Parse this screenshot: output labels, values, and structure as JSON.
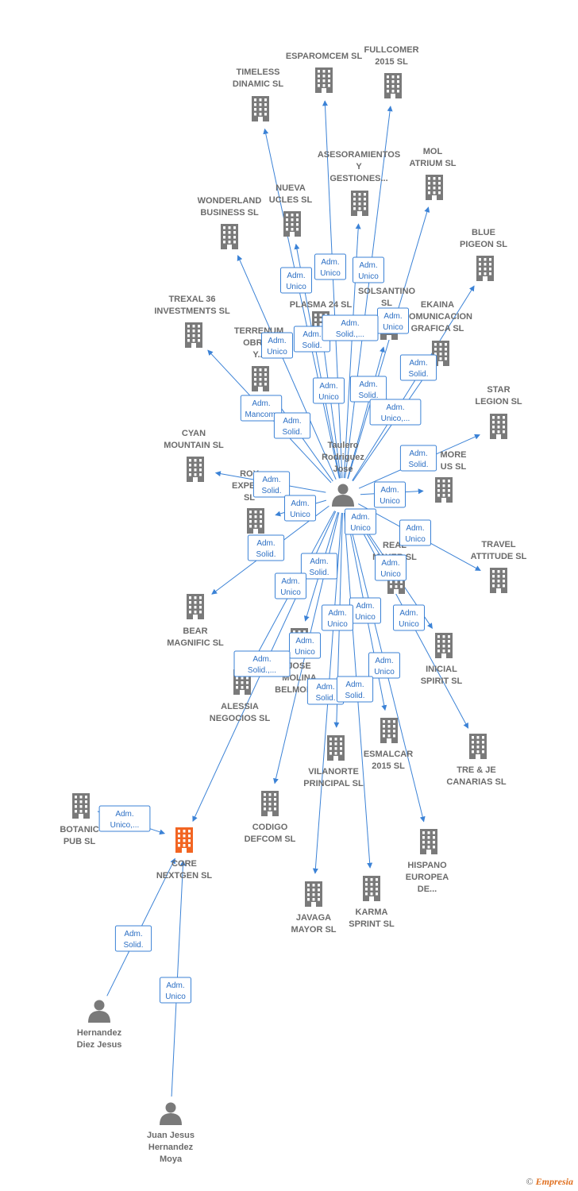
{
  "colors": {
    "edge": "#3b82d6",
    "building": "#7a7a7a",
    "focus": "#f26522",
    "person": "#7a7a7a",
    "label": "#6b6b6b",
    "edge_label": "#2c6fc4"
  },
  "brand": {
    "copyright": "©",
    "name": "Empresia"
  },
  "nodes": [
    {
      "id": "taulero",
      "type": "person",
      "label": [
        "Taulero",
        "Rodriguez",
        "Jose"
      ]
    },
    {
      "id": "hernandez_diez",
      "type": "person",
      "label": [
        "Hernandez",
        "Diez Jesus"
      ]
    },
    {
      "id": "juan_jesus",
      "type": "person",
      "label": [
        "Juan Jesus",
        "Hernandez",
        "Moya"
      ]
    },
    {
      "id": "core",
      "type": "focus",
      "label": [
        "CORE",
        "NEXTGEN  SL"
      ]
    },
    {
      "id": "timeless",
      "type": "company",
      "label": [
        "TIMELESS",
        "DINAMIC  SL"
      ]
    },
    {
      "id": "esparomcem",
      "type": "company",
      "label": [
        "ESPAROMCEM SL"
      ]
    },
    {
      "id": "fullcomer",
      "type": "company",
      "label": [
        "FULLCOMER",
        "2015  SL"
      ]
    },
    {
      "id": "asesoramientos",
      "type": "company",
      "label": [
        "ASESORAMIENTOS",
        "Y",
        "GESTIONES..."
      ]
    },
    {
      "id": "mol",
      "type": "company",
      "label": [
        "MOL",
        "ATRIUM  SL"
      ]
    },
    {
      "id": "wonderland",
      "type": "company",
      "label": [
        "WONDERLAND",
        "BUSINESS  SL"
      ]
    },
    {
      "id": "nueva",
      "type": "company",
      "label": [
        "NUEVA",
        "UCLES  SL"
      ]
    },
    {
      "id": "blue",
      "type": "company",
      "label": [
        "BLUE",
        "PIGEON  SL"
      ]
    },
    {
      "id": "trexal",
      "type": "company",
      "label": [
        "TREXAL 36",
        "INVESTMENTS SL"
      ]
    },
    {
      "id": "plasma",
      "type": "company",
      "label": [
        "PLASMA 24 SL"
      ]
    },
    {
      "id": "solsantino",
      "type": "company",
      "label": [
        "SOLSANTINO",
        "SL"
      ]
    },
    {
      "id": "ekaina",
      "type": "company",
      "label": [
        "EKAINA",
        "COMUNICACION",
        "GRAFICA  SL"
      ]
    },
    {
      "id": "terrenum",
      "type": "company",
      "label": [
        "TERRENUM",
        "OBRAS",
        "Y..."
      ]
    },
    {
      "id": "star",
      "type": "company",
      "label": [
        "STAR",
        "LEGION  SL"
      ]
    },
    {
      "id": "cyan",
      "type": "company",
      "label": [
        "CYAN",
        "MOUNTAIN  SL"
      ]
    },
    {
      "id": "roy",
      "type": "company",
      "label": [
        "ROY",
        "EXPERT",
        "SL"
      ]
    },
    {
      "id": "more",
      "type": "company",
      "label": [
        "MORE",
        "US  SL"
      ]
    },
    {
      "id": "travel",
      "type": "company",
      "label": [
        "TRAVEL",
        "ATTITUDE  SL"
      ]
    },
    {
      "id": "real",
      "type": "company",
      "label": [
        "REAL",
        "MAYER  SL"
      ]
    },
    {
      "id": "bear",
      "type": "company",
      "label": [
        "BEAR",
        "MAGNIFIC  SL"
      ]
    },
    {
      "id": "inicial",
      "type": "company",
      "label": [
        "INICIAL",
        "SPIRIT  SL"
      ]
    },
    {
      "id": "jose_molina",
      "type": "company",
      "label": [
        "JOSE",
        "MOLINA",
        "BELMONTE"
      ]
    },
    {
      "id": "alessia",
      "type": "company",
      "label": [
        "ALESSIA",
        "NEGOCIOS  SL"
      ]
    },
    {
      "id": "esmalcar",
      "type": "company",
      "label": [
        "ESMALCAR",
        "2015  SL"
      ]
    },
    {
      "id": "tre_je",
      "type": "company",
      "label": [
        "TRE & JE",
        "CANARIAS  SL"
      ]
    },
    {
      "id": "vilanorte",
      "type": "company",
      "label": [
        "VILANORTE",
        "PRINCIPAL  SL"
      ]
    },
    {
      "id": "codigo",
      "type": "company",
      "label": [
        "CODIGO",
        "DEFCOM  SL"
      ]
    },
    {
      "id": "botanic",
      "type": "company",
      "label": [
        "BOTANIC",
        "PUB  SL"
      ]
    },
    {
      "id": "hispano",
      "type": "company",
      "label": [
        "HISPANO",
        "EUROPEA",
        "DE..."
      ]
    },
    {
      "id": "javaga",
      "type": "company",
      "label": [
        "JAVAGA",
        "MAYOR  SL"
      ]
    },
    {
      "id": "karma",
      "type": "company",
      "label": [
        "KARMA",
        "SPRINT  SL"
      ]
    }
  ],
  "edges": [
    {
      "from": "taulero",
      "to": "timeless"
    },
    {
      "from": "taulero",
      "to": "esparomcem"
    },
    {
      "from": "taulero",
      "to": "fullcomer"
    },
    {
      "from": "taulero",
      "to": "asesoramientos"
    },
    {
      "from": "taulero",
      "to": "mol"
    },
    {
      "from": "taulero",
      "to": "wonderland"
    },
    {
      "from": "taulero",
      "to": "nueva"
    },
    {
      "from": "taulero",
      "to": "blue"
    },
    {
      "from": "taulero",
      "to": "trexal"
    },
    {
      "from": "taulero",
      "to": "plasma"
    },
    {
      "from": "taulero",
      "to": "solsantino"
    },
    {
      "from": "taulero",
      "to": "ekaina"
    },
    {
      "from": "taulero",
      "to": "terrenum"
    },
    {
      "from": "taulero",
      "to": "star"
    },
    {
      "from": "taulero",
      "to": "cyan"
    },
    {
      "from": "taulero",
      "to": "roy"
    },
    {
      "from": "taulero",
      "to": "more"
    },
    {
      "from": "taulero",
      "to": "travel"
    },
    {
      "from": "taulero",
      "to": "real"
    },
    {
      "from": "taulero",
      "to": "bear"
    },
    {
      "from": "taulero",
      "to": "inicial"
    },
    {
      "from": "taulero",
      "to": "jose_molina"
    },
    {
      "from": "taulero",
      "to": "alessia"
    },
    {
      "from": "taulero",
      "to": "esmalcar"
    },
    {
      "from": "taulero",
      "to": "tre_je"
    },
    {
      "from": "taulero",
      "to": "vilanorte"
    },
    {
      "from": "taulero",
      "to": "codigo"
    },
    {
      "from": "taulero",
      "to": "core"
    },
    {
      "from": "taulero",
      "to": "hispano"
    },
    {
      "from": "taulero",
      "to": "javaga"
    },
    {
      "from": "taulero",
      "to": "karma"
    },
    {
      "from": "botanic",
      "to": "core"
    },
    {
      "from": "hernandez_diez",
      "to": "core"
    },
    {
      "from": "juan_jesus",
      "to": "core"
    }
  ],
  "edge_labels": [
    {
      "lines": [
        "Adm.",
        "Unico"
      ]
    },
    {
      "lines": [
        "Adm.",
        "Unico"
      ]
    },
    {
      "lines": [
        "Adm.",
        "Unico"
      ]
    },
    {
      "lines": [
        "Adm.",
        "Unico"
      ]
    },
    {
      "lines": [
        "Adm.",
        "Solid."
      ]
    },
    {
      "lines": [
        "Adm.",
        "Solid.,..."
      ]
    },
    {
      "lines": [
        "Adm.",
        "Unico"
      ]
    },
    {
      "lines": [
        "Adm.",
        "Solid."
      ]
    },
    {
      "lines": [
        "Adm.",
        "Unico"
      ]
    },
    {
      "lines": [
        "Adm.",
        "Solid."
      ]
    },
    {
      "lines": [
        "Adm.",
        "Mancom."
      ]
    },
    {
      "lines": [
        "Adm.",
        "Unico,..."
      ]
    },
    {
      "lines": [
        "Adm.",
        "Solid."
      ]
    },
    {
      "lines": [
        "Adm.",
        "Solid."
      ]
    },
    {
      "lines": [
        "Adm.",
        "Solid."
      ]
    },
    {
      "lines": [
        "Adm.",
        "Unico"
      ]
    },
    {
      "lines": [
        "Adm.",
        "Unico"
      ]
    },
    {
      "lines": [
        "Adm.",
        "Unico"
      ]
    },
    {
      "lines": [
        "Adm.",
        "Solid."
      ]
    },
    {
      "lines": [
        "Adm.",
        "Unico"
      ]
    },
    {
      "lines": [
        "Adm.",
        "Unico"
      ]
    },
    {
      "lines": [
        "Adm.",
        "Solid."
      ]
    },
    {
      "lines": [
        "Adm.",
        "Unico"
      ]
    },
    {
      "lines": [
        "Adm.",
        "Unico"
      ]
    },
    {
      "lines": [
        "Adm.",
        "Unico"
      ]
    },
    {
      "lines": [
        "Adm.",
        "Unico"
      ]
    },
    {
      "lines": [
        "Adm.",
        "Unico"
      ]
    },
    {
      "lines": [
        "Adm.",
        "Solid.,..."
      ]
    },
    {
      "lines": [
        "Adm.",
        "Unico"
      ]
    },
    {
      "lines": [
        "Adm.",
        "Solid."
      ]
    },
    {
      "lines": [
        "Adm.",
        "Solid."
      ]
    },
    {
      "lines": [
        "Adm.",
        "Unico,..."
      ]
    },
    {
      "lines": [
        "Adm.",
        "Solid."
      ]
    },
    {
      "lines": [
        "Adm.",
        "Unico"
      ]
    }
  ]
}
